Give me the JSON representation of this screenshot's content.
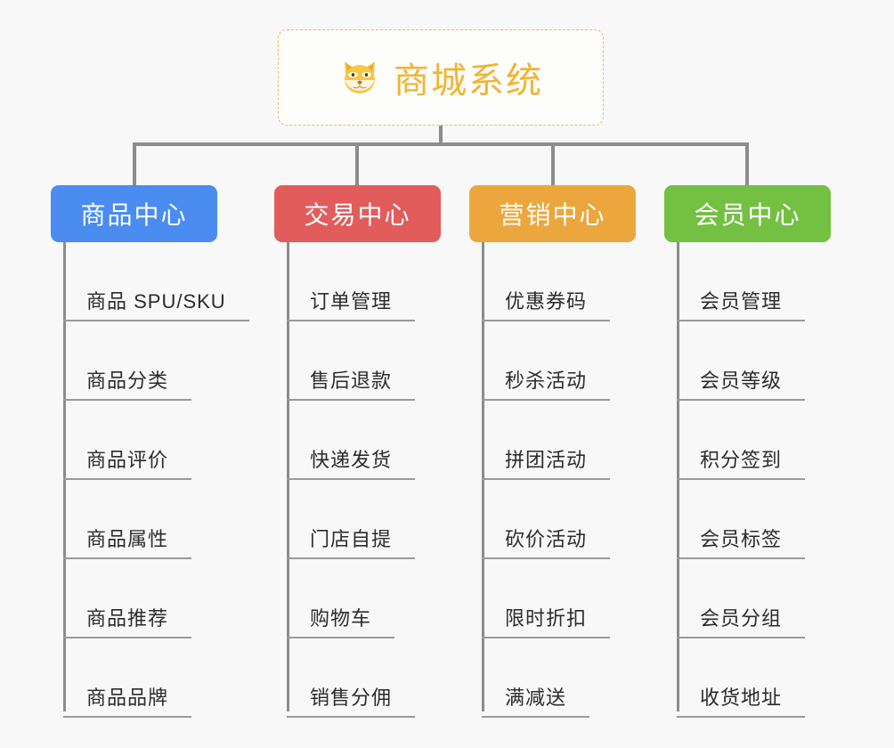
{
  "page": {
    "background_color": "#f8f8f8",
    "type": "organization-mindmap"
  },
  "root": {
    "icon": "shiba-dog-icon",
    "title": "商城系统",
    "title_color": "#f1b434",
    "border_color": "#e8b96a",
    "background_color": "#fdfdfc"
  },
  "categories": [
    {
      "label": "商品中心",
      "color": "#4a8cf0",
      "items": [
        "商品 SPU/SKU",
        "商品分类",
        "商品评价",
        "商品属性",
        "商品推荐",
        "商品品牌"
      ]
    },
    {
      "label": "交易中心",
      "color": "#e25c5c",
      "items": [
        "订单管理",
        "售后退款",
        "快递发货",
        "门店自提",
        "购物车",
        "销售分佣"
      ]
    },
    {
      "label": "营销中心",
      "color": "#eba73d",
      "items": [
        "优惠券码",
        "秒杀活动",
        "拼团活动",
        "砍价活动",
        "限时折扣",
        "满减送"
      ]
    },
    {
      "label": "会员中心",
      "color": "#74c043",
      "items": [
        "会员管理",
        "会员等级",
        "积分签到",
        "会员标签",
        "会员分组",
        "收货地址"
      ]
    }
  ]
}
